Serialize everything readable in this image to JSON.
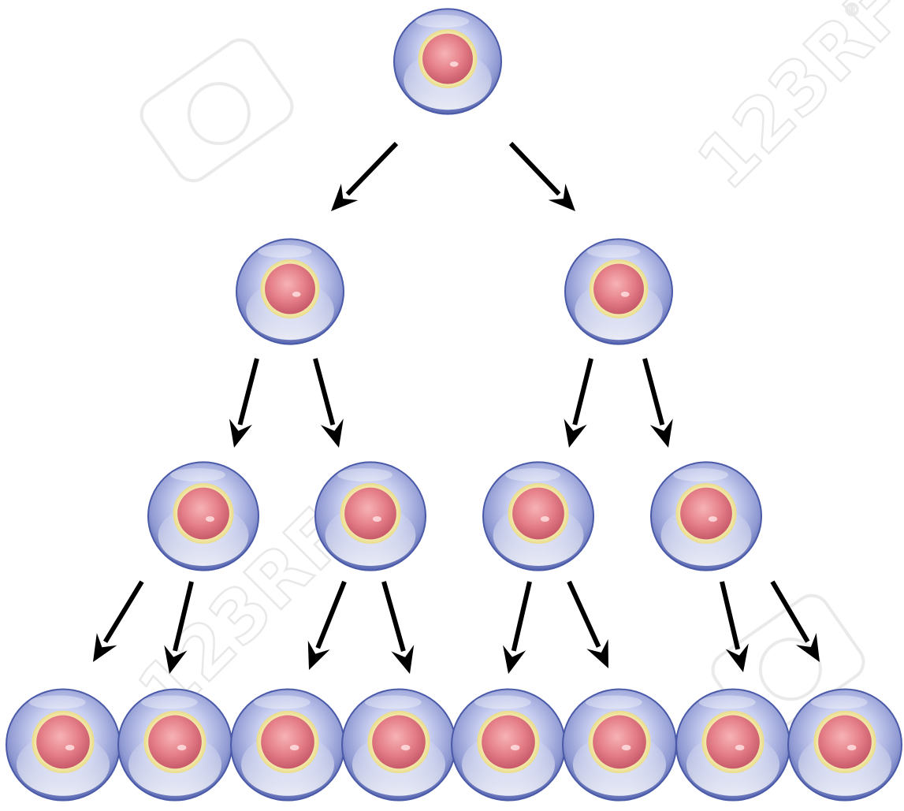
{
  "diagram": {
    "type": "cell-division-tree",
    "generations": [
      {
        "generation": 1,
        "cell_count": 1
      },
      {
        "generation": 2,
        "cell_count": 2
      },
      {
        "generation": 3,
        "cell_count": 4
      },
      {
        "generation": 4,
        "cell_count": 8
      }
    ],
    "colors": {
      "background": "#ffffff",
      "cell_membrane": "#4a5aa8",
      "cell_cytoplasm": "#c7cdef",
      "cell_highlight": "#ffffff",
      "nucleus_rim": "#f2e7a8",
      "nucleus": "#e9838d",
      "arrow": "#000000",
      "watermark": "#e6e6e6"
    },
    "icons": [
      "arrow-down-left-icon",
      "arrow-down-right-icon"
    ]
  },
  "watermark": {
    "text": "123RF",
    "mark": "®"
  }
}
